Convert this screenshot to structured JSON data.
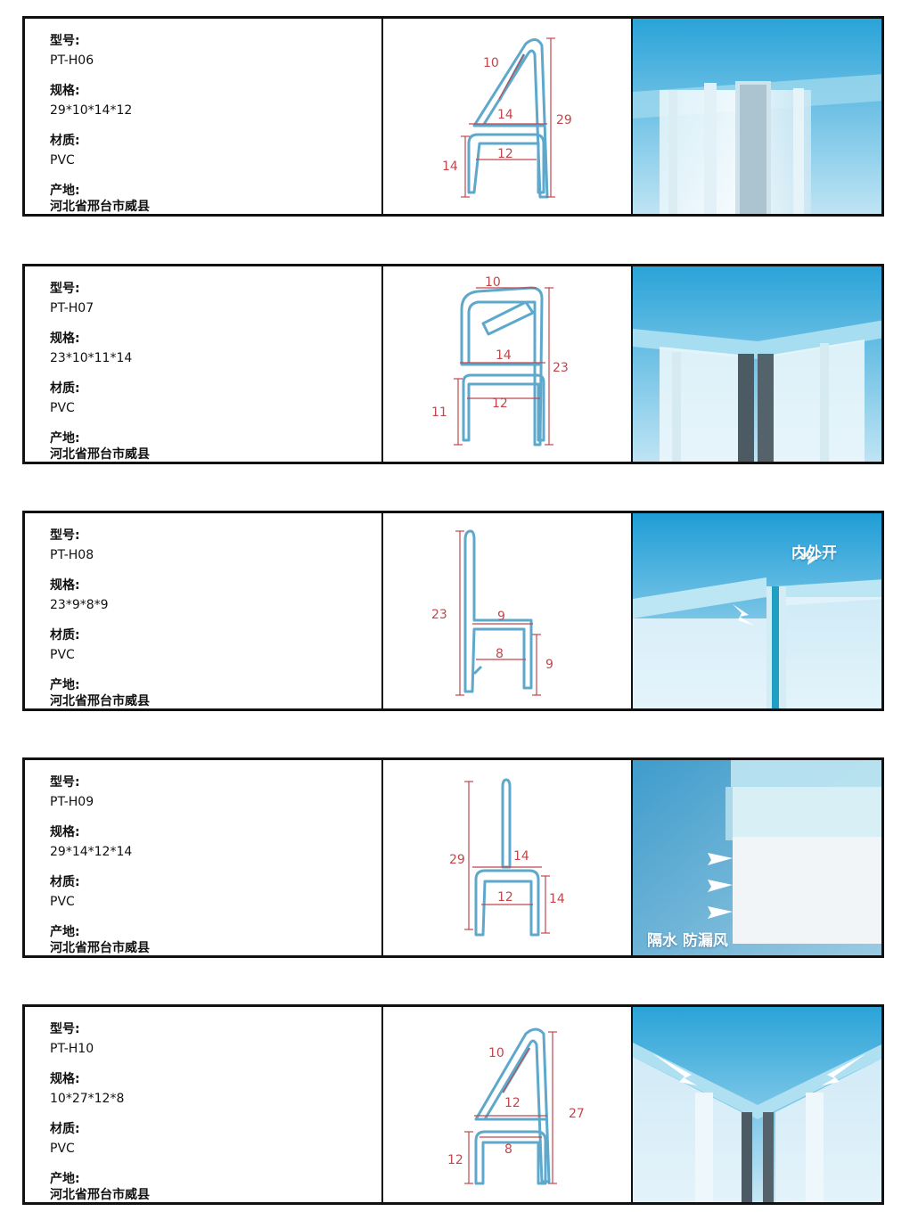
{
  "labels": {
    "model": "型号:",
    "spec": "规格:",
    "material": "材质:",
    "origin": "产地:"
  },
  "products": [
    {
      "model": "PT-H06",
      "spec": "29*10*14*12",
      "material": "PVC",
      "origin": "河北省邢台市威县",
      "dims": [
        "10",
        "14",
        "12",
        "29",
        "14"
      ]
    },
    {
      "model": "PT-H07",
      "spec": "23*10*11*14",
      "material": "PVC",
      "origin": "河北省邢台市威县",
      "dims": [
        "10",
        "14",
        "12",
        "23",
        "11"
      ]
    },
    {
      "model": "PT-H08",
      "spec": "23*9*8*9",
      "material": "PVC",
      "origin": "河北省邢台市威县",
      "dims": [
        "23",
        "9",
        "8",
        "9"
      ]
    },
    {
      "model": "PT-H09",
      "spec": "29*14*12*14",
      "material": "PVC",
      "origin": "河北省邢台市威县",
      "dims": [
        "29",
        "14",
        "12",
        "14"
      ],
      "photo_text": "隔水 防漏风"
    },
    {
      "model": "PT-H10",
      "spec": "10*27*12*8",
      "material": "PVC",
      "origin": "河北省邢台市威县",
      "dims": [
        "10",
        "12",
        "27",
        "8",
        "12"
      ]
    }
  ],
  "photo_overlay_h08": "内外开",
  "colors": {
    "profile_line": "#5ea8cc",
    "dimension_line": "#c0474c",
    "sky_top": "#2aa3d8",
    "sky_bottom": "#bfe4f4"
  }
}
